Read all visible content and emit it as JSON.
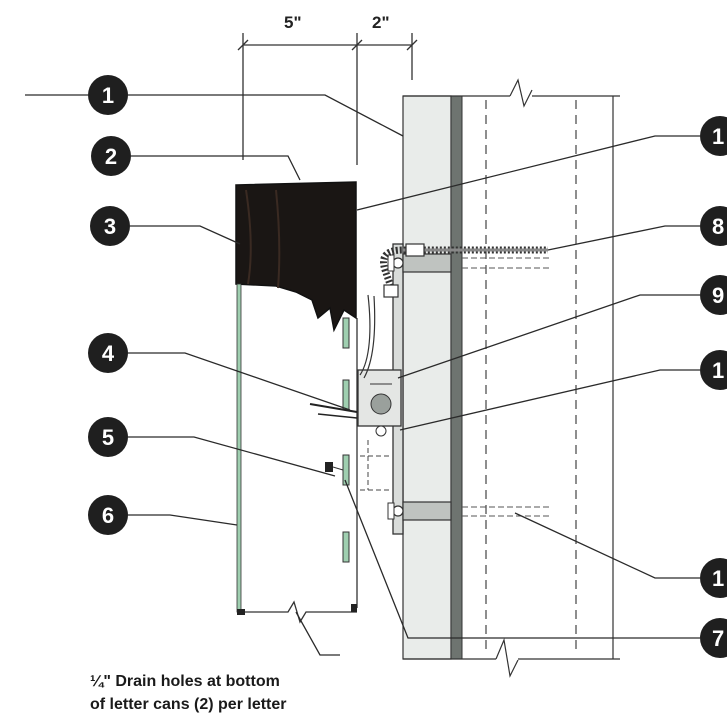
{
  "dimensions": {
    "left": "5\"",
    "right": "2\""
  },
  "callouts": [
    {
      "id": "1",
      "label": "1"
    },
    {
      "id": "2",
      "label": "2"
    },
    {
      "id": "3",
      "label": "3"
    },
    {
      "id": "4",
      "label": "4"
    },
    {
      "id": "5",
      "label": "5"
    },
    {
      "id": "6",
      "label": "6"
    },
    {
      "id": "10",
      "label": "1"
    },
    {
      "id": "8",
      "label": "8"
    },
    {
      "id": "9",
      "label": "9"
    },
    {
      "id": "11",
      "label": "1"
    },
    {
      "id": "12",
      "label": "1"
    },
    {
      "id": "7",
      "label": "7"
    }
  ],
  "note": {
    "line1": "¼\" Drain holes at bottom",
    "line2": "of letter cans (2) per letter"
  },
  "colors": {
    "callout_fill": "#1f1f1f",
    "wall_fill": "#e9ecea",
    "stud_fill": "#6e7470",
    "letter_face": "#1a1614",
    "letter_return": "#9fcfb0",
    "line": "#2a2a2a"
  }
}
